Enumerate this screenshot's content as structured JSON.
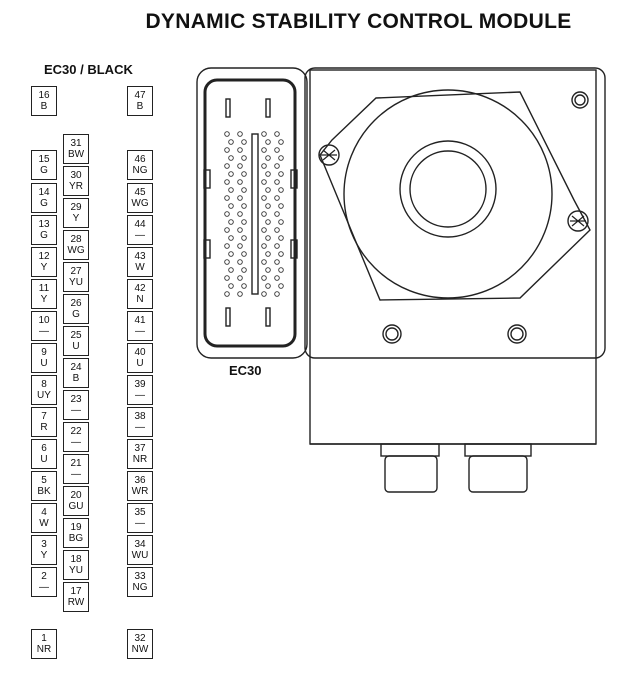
{
  "title": "DYNAMIC STABILITY CONTROL MODULE",
  "connector_label": "EC30 / BLACK",
  "module_label": "EC30",
  "pins": [
    {
      "num": "16",
      "color": "B"
    },
    {
      "num": "15",
      "color": "G"
    },
    {
      "num": "14",
      "color": "G"
    },
    {
      "num": "13",
      "color": "G"
    },
    {
      "num": "12",
      "color": "Y"
    },
    {
      "num": "11",
      "color": "Y"
    },
    {
      "num": "10",
      "color": "—"
    },
    {
      "num": "9",
      "color": "U"
    },
    {
      "num": "8",
      "color": "UY"
    },
    {
      "num": "7",
      "color": "R"
    },
    {
      "num": "6",
      "color": "U"
    },
    {
      "num": "5",
      "color": "BK"
    },
    {
      "num": "4",
      "color": "W"
    },
    {
      "num": "3",
      "color": "Y"
    },
    {
      "num": "2",
      "color": "—"
    },
    {
      "num": "1",
      "color": "NR"
    },
    {
      "num": "31",
      "color": "BW"
    },
    {
      "num": "30",
      "color": "YR"
    },
    {
      "num": "29",
      "color": "Y"
    },
    {
      "num": "28",
      "color": "WG"
    },
    {
      "num": "27",
      "color": "YU"
    },
    {
      "num": "26",
      "color": "G"
    },
    {
      "num": "25",
      "color": "U"
    },
    {
      "num": "24",
      "color": "B"
    },
    {
      "num": "23",
      "color": "—"
    },
    {
      "num": "22",
      "color": "—"
    },
    {
      "num": "21",
      "color": "—"
    },
    {
      "num": "20",
      "color": "GU"
    },
    {
      "num": "19",
      "color": "BG"
    },
    {
      "num": "18",
      "color": "YU"
    },
    {
      "num": "17",
      "color": "RW"
    },
    {
      "num": "47",
      "color": "B"
    },
    {
      "num": "46",
      "color": "NG"
    },
    {
      "num": "45",
      "color": "WG"
    },
    {
      "num": "44",
      "color": "—"
    },
    {
      "num": "43",
      "color": "W"
    },
    {
      "num": "42",
      "color": "N"
    },
    {
      "num": "41",
      "color": "—"
    },
    {
      "num": "40",
      "color": "U"
    },
    {
      "num": "39",
      "color": "—"
    },
    {
      "num": "38",
      "color": "—"
    },
    {
      "num": "37",
      "color": "NR"
    },
    {
      "num": "36",
      "color": "WR"
    },
    {
      "num": "35",
      "color": "—"
    },
    {
      "num": "34",
      "color": "WU"
    },
    {
      "num": "33",
      "color": "NG"
    },
    {
      "num": "32",
      "color": "NW"
    }
  ]
}
